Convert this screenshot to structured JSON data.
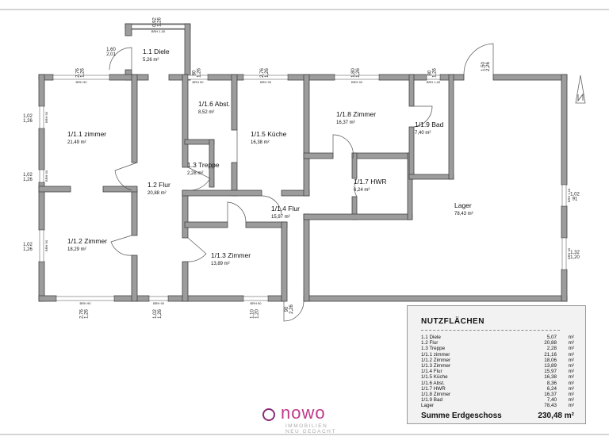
{
  "rooms": [
    {
      "id": "diele",
      "name": "1.1 Diele",
      "area": "5,26 m²"
    },
    {
      "id": "zimmer-1-1",
      "name": "1/1.1 zimmer",
      "area": "21,49 m²"
    },
    {
      "id": "flur-1-2",
      "name": "1.2 Flur",
      "area": "20,88 m²"
    },
    {
      "id": "treppe",
      "name": "1.3 Treppe",
      "area": "2,28 m²"
    },
    {
      "id": "abst",
      "name": "1/1.6 Abst.",
      "area": "8,52 m²"
    },
    {
      "id": "kueche",
      "name": "1/1.5 Küche",
      "area": "16,38 m²"
    },
    {
      "id": "zimmer-1-8",
      "name": "1/1.8 Zimmer",
      "area": "16,37 m²"
    },
    {
      "id": "bad",
      "name": "1/1.9 Bad",
      "area": "7,40 m²"
    },
    {
      "id": "hwr",
      "name": "1/1.7 HWR",
      "area": "6,24 m²"
    },
    {
      "id": "flur-1-4",
      "name": "1/1.4 Flur",
      "area": "15,97 m²"
    },
    {
      "id": "lager",
      "name": "Lager",
      "area": "78,43 m²"
    },
    {
      "id": "zimmer-1-2",
      "name": "1/1.2 Zimmer",
      "area": "18,29 m²"
    },
    {
      "id": "zimmer-1-3",
      "name": "1/1.3 Zimmer",
      "area": "13,89 m²"
    }
  ],
  "windows": [
    {
      "label": "BRH 1,00",
      "dims": [
        "0,92",
        "1,26"
      ]
    },
    {
      "label": "BRH 90",
      "dims": [
        "2,76",
        "1,26"
      ]
    },
    {
      "label": "BRH 90",
      "dims": [
        "80",
        "1,26"
      ]
    },
    {
      "label": "BRH 90",
      "dims": [
        "2,76",
        "1,26"
      ]
    },
    {
      "label": "BRH 90",
      "dims": [
        "1,80",
        "1,26"
      ]
    },
    {
      "label": "BRH 1,00",
      "dims": [
        "80",
        "1,26"
      ]
    },
    {
      "label": "BRH 90",
      "dims": [
        "1,02",
        "1,26"
      ]
    },
    {
      "label": "BRH 90",
      "dims": [
        "1,02",
        "1,26"
      ]
    },
    {
      "label": "BRH 90",
      "dims": [
        "1,02",
        "1,26"
      ]
    },
    {
      "label": "BRH 90",
      "dims": [
        "2,76",
        "1,26"
      ]
    },
    {
      "label": "BRH 90",
      "dims": [
        "1,02",
        "1,26"
      ]
    },
    {
      "label": "BRH 90",
      "dims": [
        "1,10",
        "1,20"
      ]
    },
    {
      "label": "BRH 1,18",
      "dims": [
        "1,02",
        "91"
      ]
    },
    {
      "label": "BRH 90",
      "dims": [
        "1,32",
        "1,20"
      ]
    }
  ],
  "doors": [
    {
      "dims": [
        "1,60",
        "2,01"
      ]
    },
    {
      "dims": [
        "1,50",
        "2,26"
      ]
    },
    {
      "dims": [
        "90",
        "2,26"
      ]
    }
  ],
  "north_arrow": "north-arrow-icon",
  "table": {
    "title": "NUTZFLÄCHEN",
    "rows": [
      {
        "name": "1.1 Diele",
        "value": "5,07",
        "unit": "m²"
      },
      {
        "name": "1.2 Flur",
        "value": "20,88",
        "unit": "m²"
      },
      {
        "name": "1.3 Treppe",
        "value": "2,28",
        "unit": "m²"
      },
      {
        "name": "1/1.1 zimmer",
        "value": "21,16",
        "unit": "m²"
      },
      {
        "name": "1/1.2 Zimmer",
        "value": "18,06",
        "unit": "m²"
      },
      {
        "name": "1/1.3 Zimmer",
        "value": "13,89",
        "unit": "m²"
      },
      {
        "name": "1/1.4 Flur",
        "value": "15,97",
        "unit": "m²"
      },
      {
        "name": "1/1.5 Küche",
        "value": "16,38",
        "unit": "m²"
      },
      {
        "name": "1/1.6 Abst.",
        "value": "8,36",
        "unit": "m²"
      },
      {
        "name": "1/1.7 HWR",
        "value": "6,24",
        "unit": "m²"
      },
      {
        "name": "1/1.8 Zimmer",
        "value": "16,37",
        "unit": "m²"
      },
      {
        "name": "1/1.9 Bad",
        "value": "7,40",
        "unit": "m²"
      },
      {
        "name": "Lager",
        "value": "78,43",
        "unit": "m²"
      }
    ],
    "sum_label": "Summe Erdgeschoss",
    "sum_value": "230,48 m²"
  },
  "logo": {
    "word": "nowo",
    "line1": "IMMOBILIEN",
    "line2": "NEU GEDACHT",
    "color": "#c0398a"
  },
  "colors": {
    "wall": "#9c9c9c",
    "accent": "#c0398a"
  }
}
